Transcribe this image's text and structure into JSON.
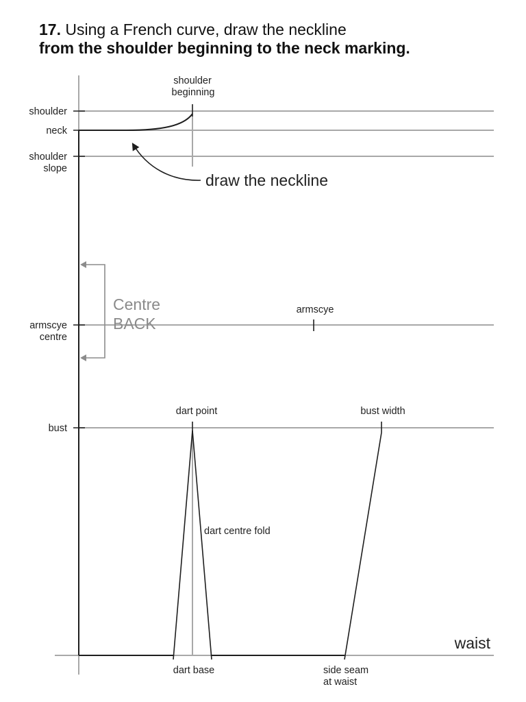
{
  "instruction": {
    "step_number": "17.",
    "line1": " Using a French curve, draw the neckline",
    "line2": "from the shoulder beginning to the neck marking."
  },
  "labels": {
    "shoulder": "shoulder",
    "neck": "neck",
    "shoulder_slope_1": "shoulder",
    "shoulder_slope_2": "slope",
    "armscye_centre_1": "armscye",
    "armscye_centre_2": "centre",
    "bust": "bust",
    "shoulder_beginning_1": "shoulder",
    "shoulder_beginning_2": "beginning",
    "draw_the_neckline": "draw the neckline",
    "centre_back_1": "Centre",
    "centre_back_2": "BACK",
    "armscye": "armscye",
    "dart_point": "dart point",
    "bust_width": "bust width",
    "dart_centre_fold": "dart centre fold",
    "waist": "waist",
    "dart_base": "dart base",
    "side_seam_1": "side seam",
    "side_seam_2": "at waist"
  },
  "colors": {
    "ink": "#1e1e1e",
    "guide": "#a8a8a8",
    "centre_back": "#8a8a8a"
  }
}
